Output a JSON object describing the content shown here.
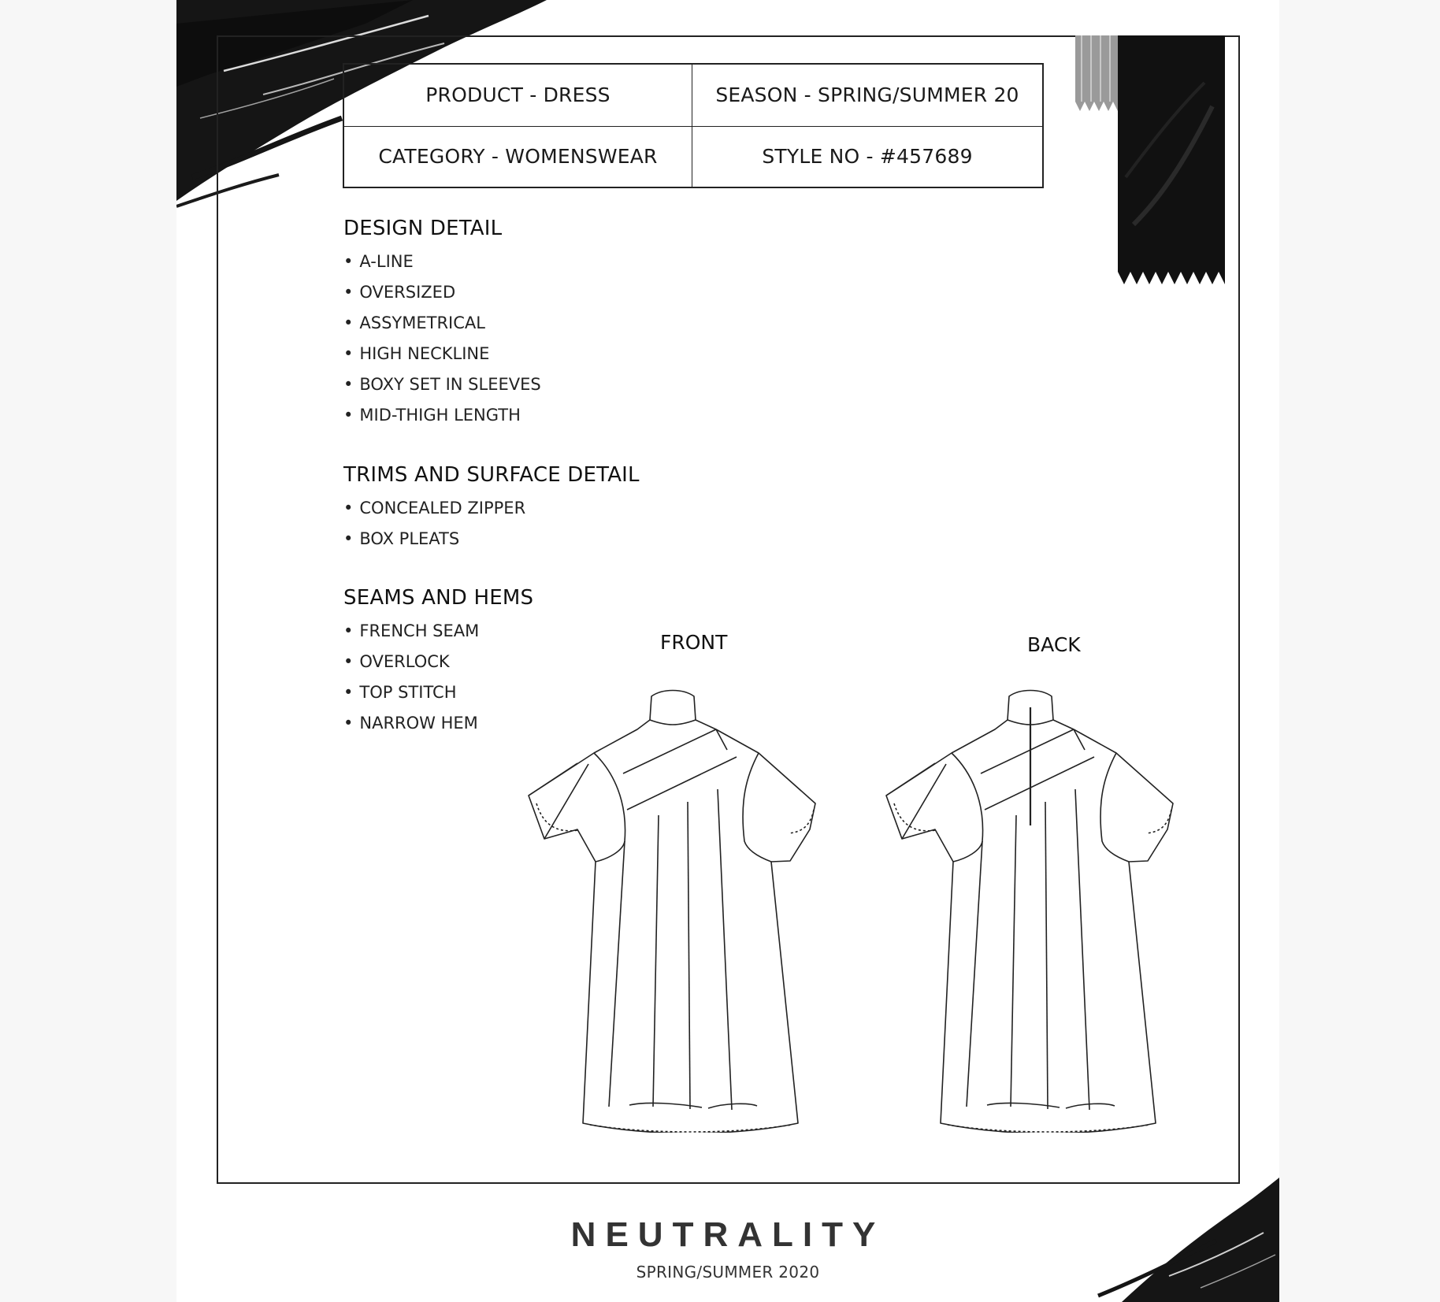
{
  "spec_table": {
    "product": "PRODUCT - DRESS",
    "season": "SEASON - SPRING/SUMMER 20",
    "category": "CATEGORY - WOMENSWEAR",
    "style_no": "STYLE NO - #457689"
  },
  "design_detail": {
    "title": "DESIGN DETAIL",
    "items": [
      "A-LINE",
      "OVERSIZED",
      "ASSYMETRICAL",
      "HIGH NECKLINE",
      "BOXY SET IN SLEEVES",
      "MID-THIGH LENGTH"
    ]
  },
  "trims": {
    "title": "TRIMS AND SURFACE DETAIL",
    "items": [
      "CONCEALED ZIPPER",
      "BOX PLEATS"
    ]
  },
  "seams": {
    "title": "SEAMS AND HEMS",
    "items": [
      "FRENCH SEAM",
      "OVERLOCK",
      "TOP STITCH",
      "NARROW HEM"
    ]
  },
  "views": {
    "front": "FRONT",
    "back": "BACK"
  },
  "footer": {
    "brand": "NEUTRALITY",
    "season": "SPRING/SUMMER 2020"
  },
  "colors": {
    "ink": "#1a1a1a",
    "swatch_grey": "#9a9a9a",
    "swatch_black": "#111111"
  }
}
